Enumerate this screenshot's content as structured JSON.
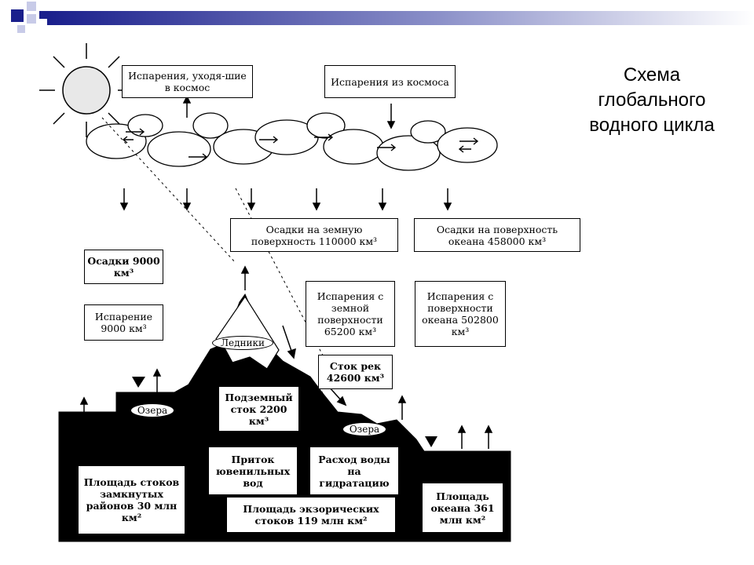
{
  "title": "Схема глобального водного цикла",
  "labels": {
    "evap_space_out": "Испарения, уходя-шие в космос",
    "evap_from_space": "Испарения из космоса",
    "precip_land": "Осадки на земную поверхность 110000 км³",
    "precip_ocean": "Осадки на поверхность океана 458000 км³",
    "precip_closed": "Осадки 9000 км³",
    "evap_closed": "Испарение 9000 км³",
    "evap_land": "Испарения с земной поверхности 65200 км³",
    "evap_ocean": "Испарения с поверхности океана 502800 км³",
    "river_runoff": "Сток рек 42600 км³",
    "glaciers": "Ледники",
    "lakes_1": "Озера",
    "lakes_2": "Озера",
    "groundwater": "Подземный сток 2200 км³",
    "juvenile": "Приток ювенильных вод",
    "hydration": "Расход воды на гидратацию",
    "closed_area": "Площадь стоков замкнутых районов 30 млн км²",
    "exoric_area": "Площадь экзорических стоков 119 млн км²",
    "ocean_area": "Площадь океана 361 млн км²"
  },
  "colors": {
    "header_blue": "#1a1f8c",
    "header_light": "#c8cbe8",
    "ink": "#000000"
  }
}
